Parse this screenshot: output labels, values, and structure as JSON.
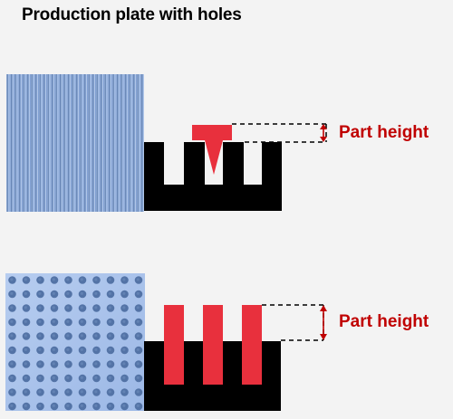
{
  "title": "Production plate with holes",
  "label_top": "Part height",
  "label_bottom": "Part height",
  "colors": {
    "background": "#f3f3f3",
    "plate": "#000000",
    "part": "#e8303d",
    "label": "#c00000",
    "arrow": "#c00000",
    "texture_light": "#a9c4ee",
    "texture_dark": "#4d6f9f"
  },
  "icons": {
    "top_texture": "vertical-stripe-texture",
    "bottom_texture": "dot-grid-texture",
    "height_indicator": "double-arrow-icon"
  }
}
